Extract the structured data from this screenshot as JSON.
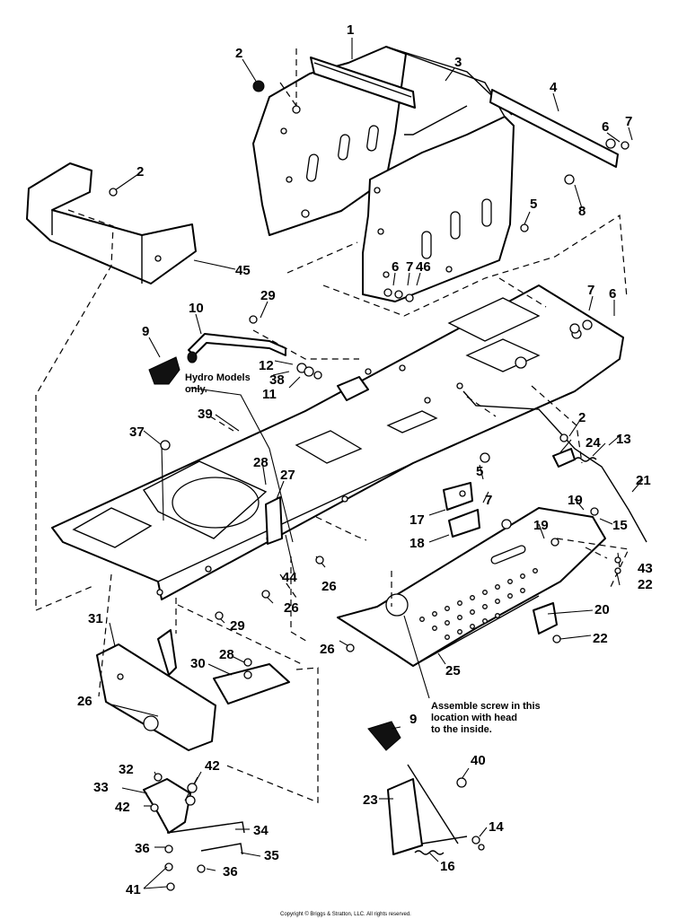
{
  "diagram": {
    "callouts": [
      "1",
      "2",
      "3",
      "4",
      "5",
      "6",
      "7",
      "8",
      "9",
      "10",
      "11",
      "12",
      "13",
      "14",
      "15",
      "16",
      "17",
      "18",
      "19",
      "20",
      "21",
      "22",
      "23",
      "24",
      "25",
      "26",
      "27",
      "28",
      "29",
      "30",
      "31",
      "32",
      "33",
      "34",
      "35",
      "36",
      "37",
      "38",
      "39",
      "40",
      "41",
      "42",
      "43",
      "44",
      "45",
      "46"
    ],
    "notes": {
      "hydro_line1": "Hydro Models",
      "hydro_line2": "only.",
      "assemble_line1": "Assemble screw in this",
      "assemble_line2": "location with head",
      "assemble_line3": "to the inside."
    },
    "copyright": "Copyright © Briggs & Stratton, LLC. All rights reserved."
  }
}
